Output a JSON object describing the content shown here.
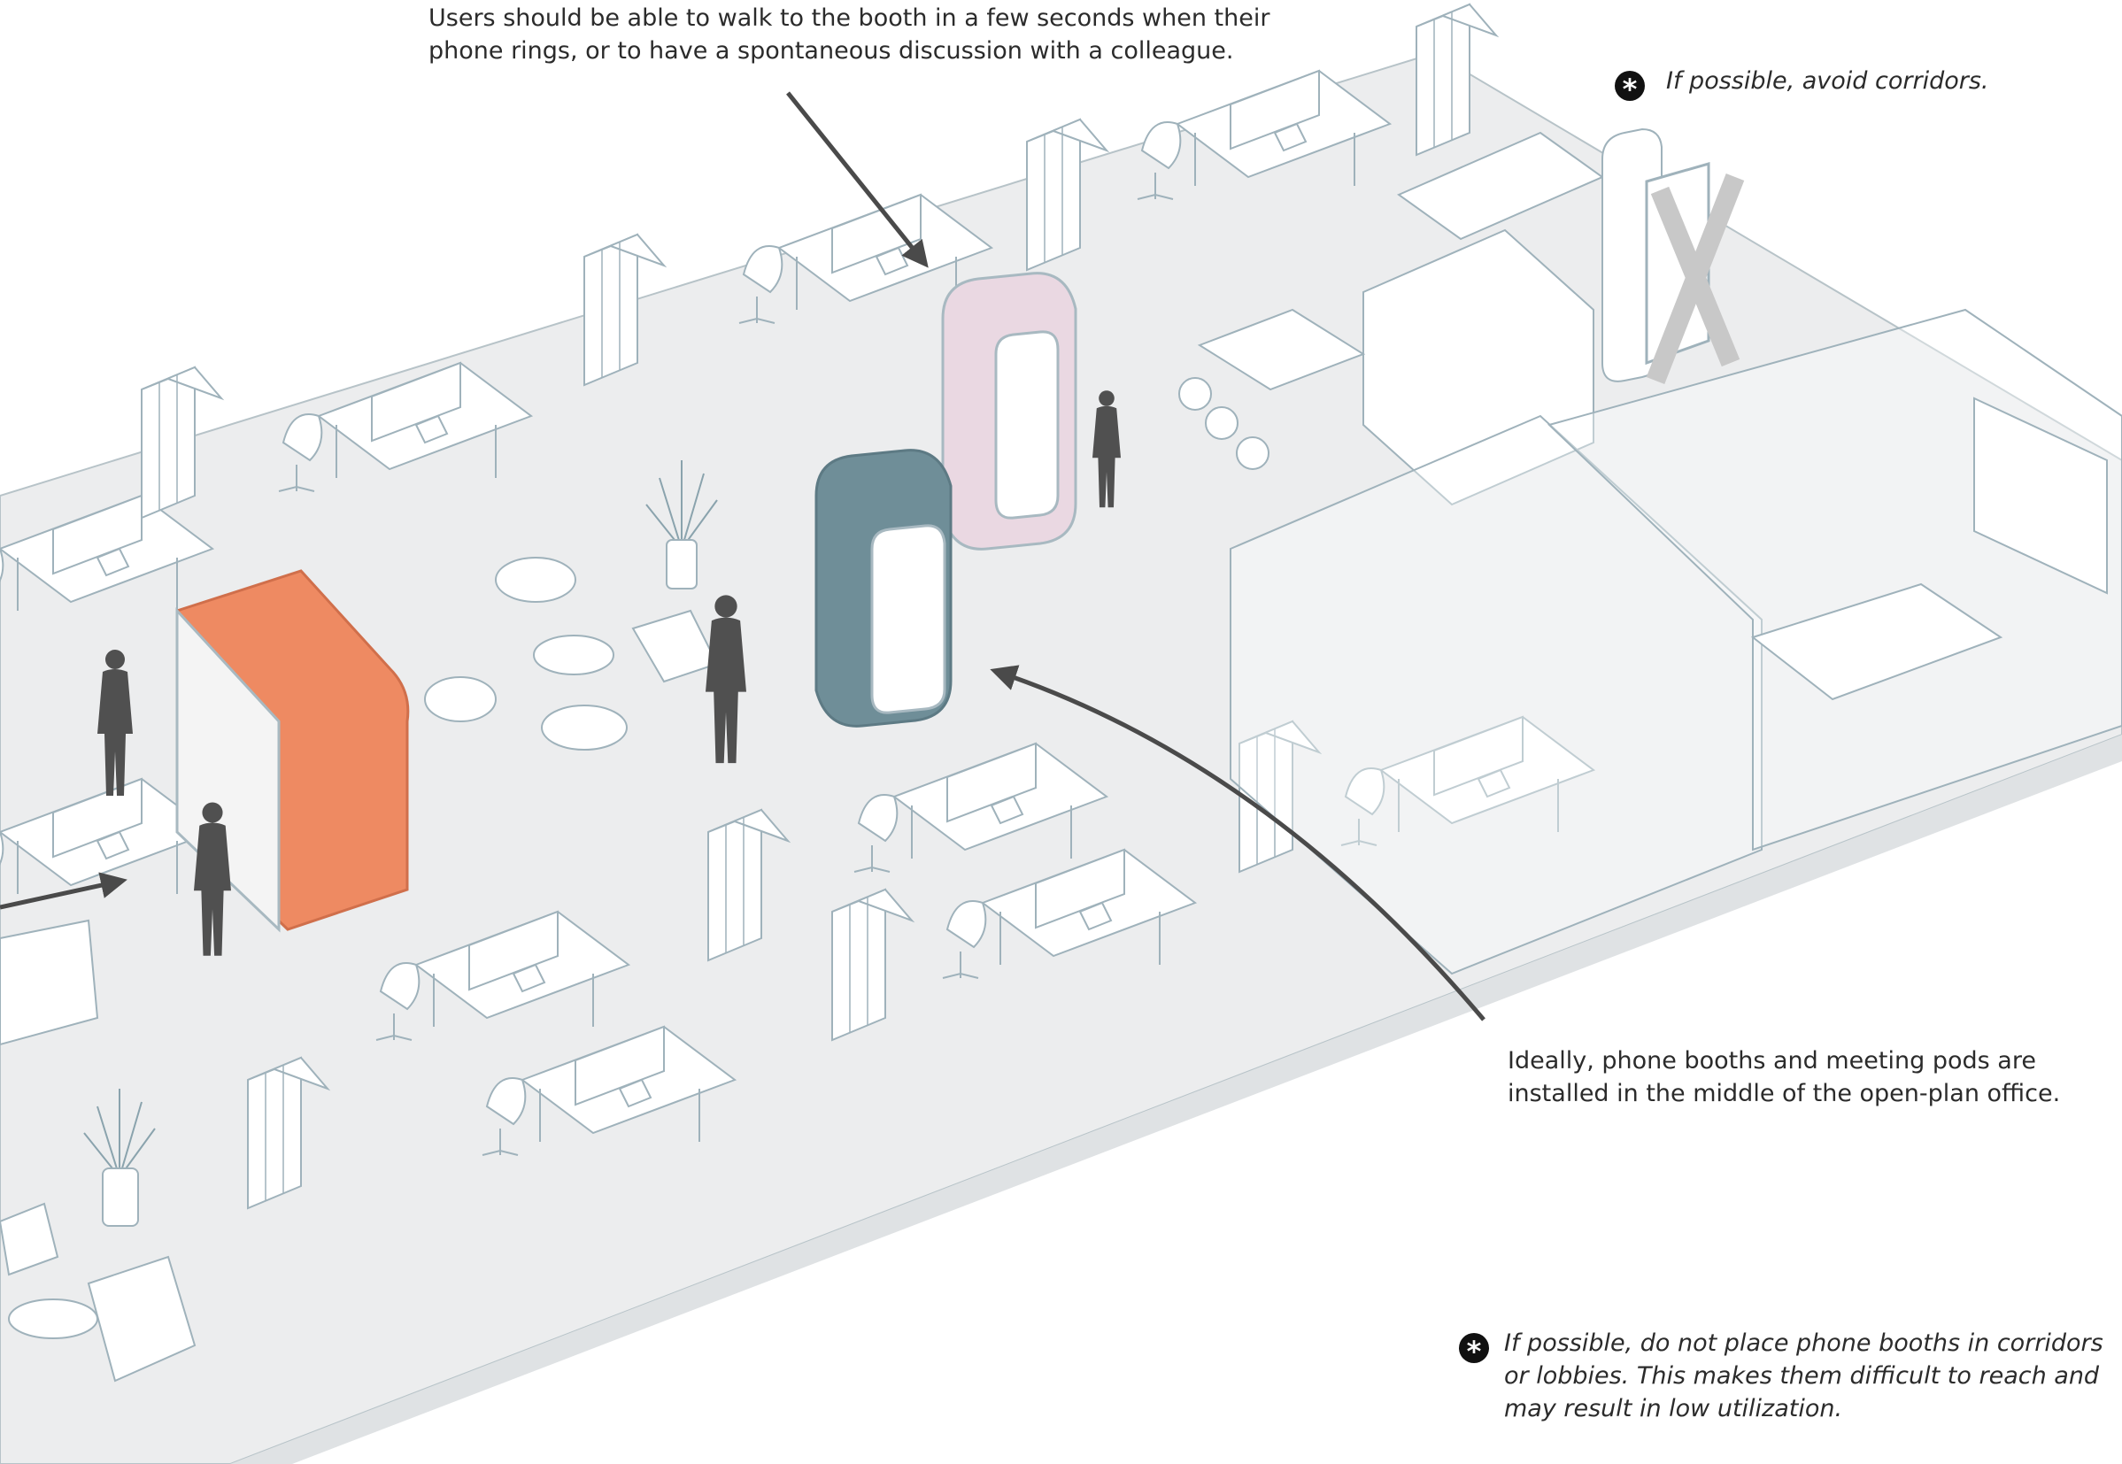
{
  "notes": {
    "top": "Users should be able to walk to the booth in a few seconds when their\nphone rings, or to have a spontaneous discussion with a colleague.",
    "corridor": "If possible, avoid corridors.",
    "middle": "Ideally, phone booths and meeting pods are\ninstalled in the middle of the open-plan office.",
    "bottom": "If possible, do not place phone booths in corridors\nor lobbies. This makes them difficult to reach and\nmay result in low utilization."
  },
  "asterisk": "*",
  "colors": {
    "floor": "#ecedee",
    "line": "#9fb2bb",
    "orange_booth": "#ee8a62",
    "blue_booth": "#6f8e98",
    "pink_booth": "#ead8e2",
    "figures": "#505050",
    "arrows": "#4a4a4a",
    "text": "#2b2b2b"
  },
  "icons": [
    "asterisk-icon",
    "cross-mark-icon",
    "plant-icon",
    "person-icon",
    "arrow-icon"
  ]
}
